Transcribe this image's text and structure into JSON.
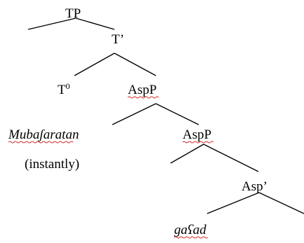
{
  "tree": {
    "nodes": {
      "tp": "TP",
      "t_bar": "T’",
      "t_zero": "T",
      "t_zero_sup": "0",
      "asp_p_upper": "AspP",
      "adverb": "Mubaʃaratan",
      "adverb_gloss": "(instantly)",
      "asp_p_lower": "AspP",
      "asp_bar": "Asp’",
      "verb": "gaʕad"
    },
    "colors": {
      "text": "#000000",
      "branch": "#000000",
      "spellcheck_underline": "#d03030"
    }
  }
}
